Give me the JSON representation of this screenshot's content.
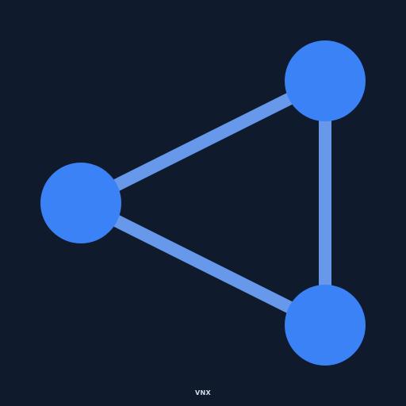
{
  "caption": "VNX",
  "colors": {
    "background": "#0f1a2c",
    "node": "#3b82f6",
    "edge": "#6798ea",
    "caption": "#d8dee8"
  },
  "nodes": [
    {
      "id": "left"
    },
    {
      "id": "top-right"
    },
    {
      "id": "bottom-right"
    }
  ],
  "edges": [
    {
      "from": "left",
      "to": "top-right"
    },
    {
      "from": "left",
      "to": "bottom-right"
    },
    {
      "from": "top-right",
      "to": "bottom-right"
    }
  ]
}
